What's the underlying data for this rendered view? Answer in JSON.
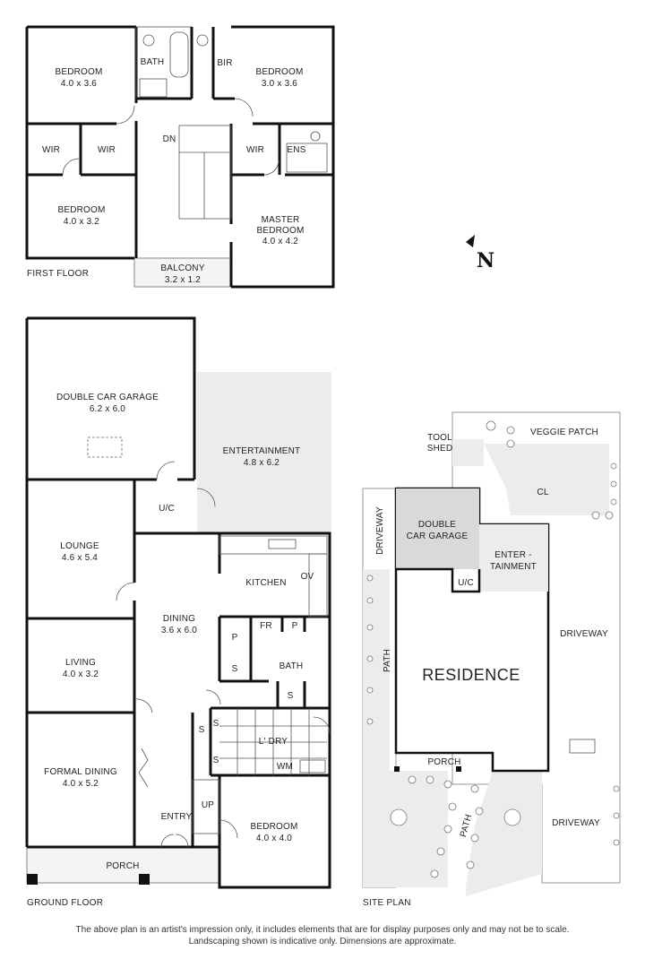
{
  "first_floor": {
    "caption": "FIRST FLOOR",
    "rooms": [
      {
        "id": "bed1",
        "name": "BEDROOM",
        "size": "4.0 x 3.6"
      },
      {
        "id": "bath",
        "name": "BATH",
        "size": ""
      },
      {
        "id": "bir",
        "name": "BIR",
        "size": ""
      },
      {
        "id": "bed2",
        "name": "BEDROOM",
        "size": "3.0 x 3.6"
      },
      {
        "id": "wir1",
        "name": "WIR",
        "size": ""
      },
      {
        "id": "wir2",
        "name": "WIR",
        "size": ""
      },
      {
        "id": "dn",
        "name": "DN",
        "size": ""
      },
      {
        "id": "wir3",
        "name": "WIR",
        "size": ""
      },
      {
        "id": "ens",
        "name": "ENS",
        "size": ""
      },
      {
        "id": "bed3",
        "name": "BEDROOM",
        "size": "4.0 x 3.2"
      },
      {
        "id": "master",
        "name": "MASTER",
        "name2": "BEDROOM",
        "size": "4.0 x 4.2"
      },
      {
        "id": "balcony",
        "name": "BALCONY",
        "size": "3.2 x 1.2"
      }
    ]
  },
  "ground_floor": {
    "caption": "GROUND FLOOR",
    "rooms": [
      {
        "id": "garage",
        "name": "DOUBLE CAR GARAGE",
        "size": "6.2 x 6.0"
      },
      {
        "id": "ent",
        "name": "ENTERTAINMENT",
        "size": "4.8 x 6.2"
      },
      {
        "id": "uc",
        "name": "U/C",
        "size": ""
      },
      {
        "id": "lounge",
        "name": "LOUNGE",
        "size": "4.6 x 5.4"
      },
      {
        "id": "kitchen",
        "name": "KITCHEN",
        "size": ""
      },
      {
        "id": "ov",
        "name": "OV",
        "size": ""
      },
      {
        "id": "dining",
        "name": "DINING",
        "size": "3.6 x 6.0"
      },
      {
        "id": "fr",
        "name": "FR",
        "size": ""
      },
      {
        "id": "p1",
        "name": "P",
        "size": ""
      },
      {
        "id": "p2",
        "name": "P",
        "size": ""
      },
      {
        "id": "living",
        "name": "LIVING",
        "size": "4.0 x 3.2"
      },
      {
        "id": "gbath",
        "name": "BATH",
        "size": ""
      },
      {
        "id": "s1",
        "name": "S",
        "size": ""
      },
      {
        "id": "s2",
        "name": "S",
        "size": ""
      },
      {
        "id": "s3",
        "name": "S",
        "size": ""
      },
      {
        "id": "s4",
        "name": "S",
        "size": ""
      },
      {
        "id": "s5",
        "name": "S",
        "size": ""
      },
      {
        "id": "ldry",
        "name": "L' DRY",
        "size": ""
      },
      {
        "id": "wm",
        "name": "WM",
        "size": ""
      },
      {
        "id": "formal",
        "name": "FORMAL DINING",
        "size": "4.0 x 5.2"
      },
      {
        "id": "up",
        "name": "UP",
        "size": ""
      },
      {
        "id": "entry",
        "name": "ENTRY",
        "size": ""
      },
      {
        "id": "gbed",
        "name": "BEDROOM",
        "size": "4.0 x 4.0"
      },
      {
        "id": "porch",
        "name": "PORCH",
        "size": ""
      }
    ]
  },
  "site_plan": {
    "caption": "SITE PLAN",
    "labels": {
      "tool": "TOOL",
      "shed": "SHED",
      "veggie": "VEGGIE PATCH",
      "cl": "CL",
      "driveway_left": "DRIVEWAY",
      "garage1": "DOUBLE",
      "garage2": "CAR GARAGE",
      "ent1": "ENTER -",
      "ent2": "TAINMENT",
      "uc": "U/C",
      "driveway_right": "DRIVEWAY",
      "path_left": "PATH",
      "residence": "RESIDENCE",
      "porch": "PORCH",
      "path_bottom": "PATH",
      "driveway_bottom": "DRIVEWAY"
    }
  },
  "compass": {
    "letter": "N"
  },
  "disclaimer": {
    "line1": "The above plan is an artist's impression only, it includes elements that are for display purposes only and may not be to scale.",
    "line2": "Landscaping shown is indicative only. Dimensions are approximate."
  }
}
